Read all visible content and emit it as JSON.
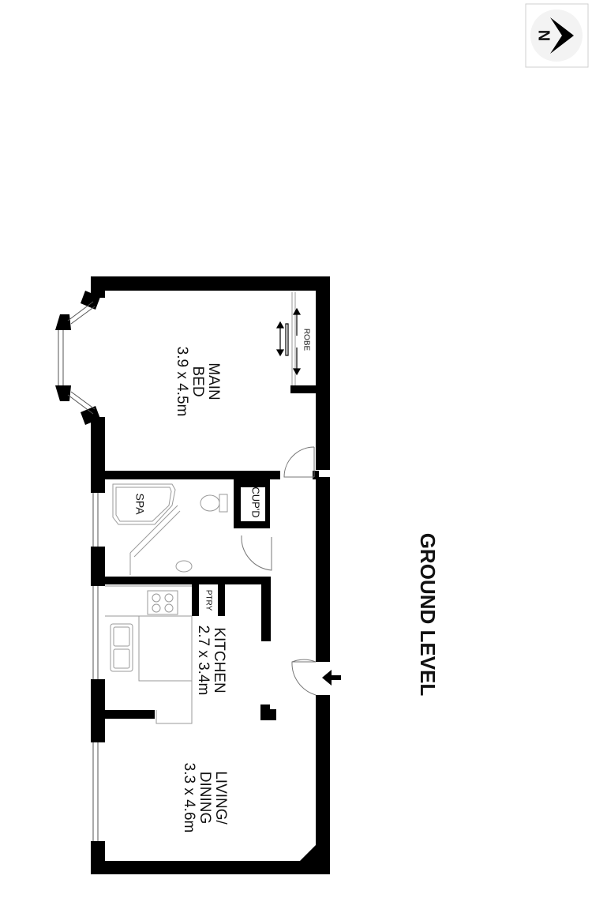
{
  "rooms": {
    "main_bed": {
      "line1": "MAIN",
      "line2": "BED",
      "dims": "3.9 x 4.5m"
    },
    "kitchen": {
      "name": "KITCHEN",
      "dims": "2.7 x 3.4m"
    },
    "living": {
      "line1": "LIVING/",
      "line2": "DINING",
      "dims": "3.3 x 4.6m"
    }
  },
  "labels": {
    "robe": "ROBE",
    "cupd": "CUP'D",
    "spa": "SPA",
    "ptry": "PTRY"
  },
  "level_title": "GROUND LEVEL",
  "compass": {
    "letter": "N"
  },
  "colors": {
    "wall": "#000000",
    "fixture": "#bdbdbd",
    "background": "#ffffff"
  }
}
